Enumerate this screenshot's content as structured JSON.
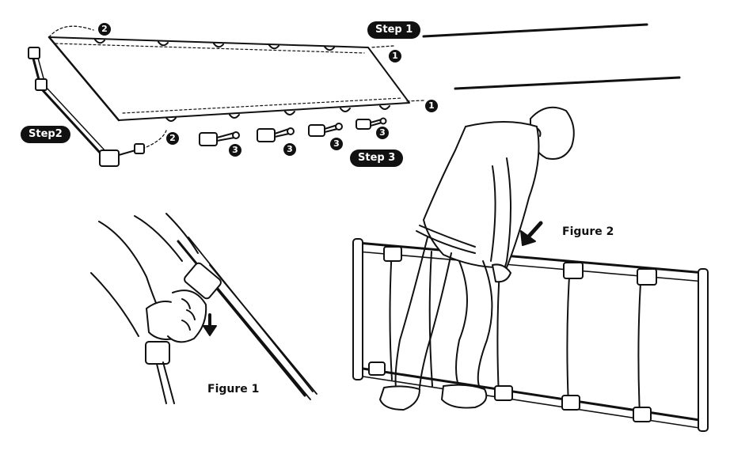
{
  "steps": {
    "step1": "Step 1",
    "step2": "Step2",
    "step3": "Step 3"
  },
  "figures": {
    "figure1": "Figure 1",
    "figure2": "Figure 2"
  },
  "markers": {
    "one": "1",
    "two": "2",
    "three": "3"
  },
  "colors": {
    "ink": "#111111",
    "paper": "#ffffff"
  }
}
